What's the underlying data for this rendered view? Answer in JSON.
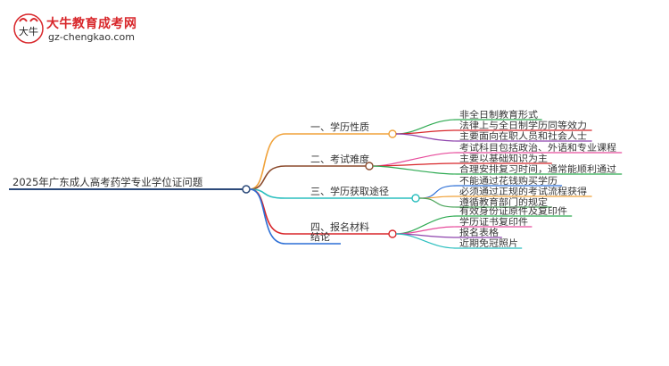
{
  "brand": {
    "name": "大牛教育成考网",
    "url": "gz-chengkao.com",
    "emblem_text": "大牛",
    "colors": {
      "primary": "#d8262a",
      "ink": "#333333"
    }
  },
  "mindmap": {
    "root": "2025年广东成人高考药学专业学位证问题",
    "branches": [
      {
        "label": "一、学历性质",
        "color": "#f0a23a",
        "leaves": [
          "非全日制教育形式",
          "法律上与全日制学历同等效力",
          "主要面向在职人员和社会人士"
        ],
        "leaf_colors": [
          "#2eaa52",
          "#d8262a",
          "#8e44ad"
        ]
      },
      {
        "label": "二、考试难度",
        "color": "#8b4a2b",
        "leaves": [
          "考试科目包括政治、外语和专业课程",
          "主要以基础知识为主",
          "合理安排复习时间，通常能顺利通过"
        ],
        "leaf_colors": [
          "#e74c9c",
          "#d8262a",
          "#2eaa52"
        ]
      },
      {
        "label": "三、学历获取途径",
        "color": "#2bbfbf",
        "leaves": [
          "不能通过花钱购买学历",
          "必须通过正规的考试流程获得",
          "遵循教育部门的规定"
        ],
        "leaf_colors": [
          "#2c6fd6",
          "#f0a23a",
          "#4aa55a"
        ]
      },
      {
        "label": "四、报名材料",
        "color": "#d8262a",
        "leaves": [
          "有效身份证原件及复印件",
          "学历证书复印件",
          "报名表格",
          "近期免冠照片"
        ],
        "leaf_colors": [
          "#2eaa52",
          "#e74c9c",
          "#8e44ad",
          "#2bbfbf"
        ]
      },
      {
        "label": "结论",
        "color": "#2c6fd6",
        "leaves": [],
        "leaf_colors": []
      }
    ]
  }
}
